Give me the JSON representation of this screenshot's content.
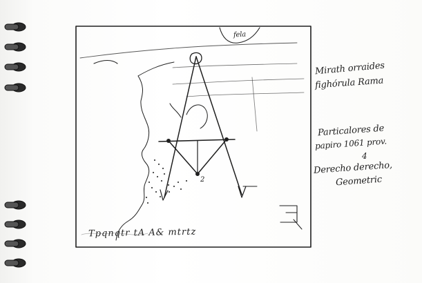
{
  "notes": {
    "line1": "Mirath orraides",
    "line2": "fighórula Rama",
    "line3": "Particalores de",
    "line4": "papiro 1061 prov.",
    "line5": "4",
    "line6": "Derecho derecho,",
    "line7": "Geometric"
  },
  "sketch": {
    "top_label": "fela",
    "mid_label": "2",
    "bottom_scribble": "Tpqnqtr tA A& mtrtz"
  },
  "colors": {
    "ink": "#1f1f1f",
    "paper": "#fdfdfc",
    "binding": "#2a2a2a"
  },
  "icons": [
    "spiral-binding-icon"
  ]
}
